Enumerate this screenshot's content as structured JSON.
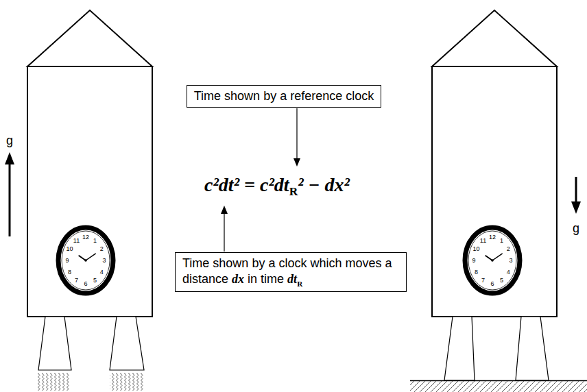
{
  "diagram": {
    "nodes": [
      {
        "text": [
          "Time shown by a reference clock"
        ]
      },
      {
        "text": [
          "Time shown by a clock which moves a distance dx in time dtR"
        ]
      }
    ],
    "labels": [
      "g",
      "12",
      "1",
      "2",
      "3",
      "4",
      "5",
      "6",
      "7",
      "8",
      "9",
      "10",
      "11",
      "c²dt² = c²dtR² − dx²",
      "g",
      "12",
      "1",
      "2",
      "3",
      "4",
      "5",
      "6",
      "7",
      "8",
      "9",
      "10",
      "11"
    ]
  }
}
